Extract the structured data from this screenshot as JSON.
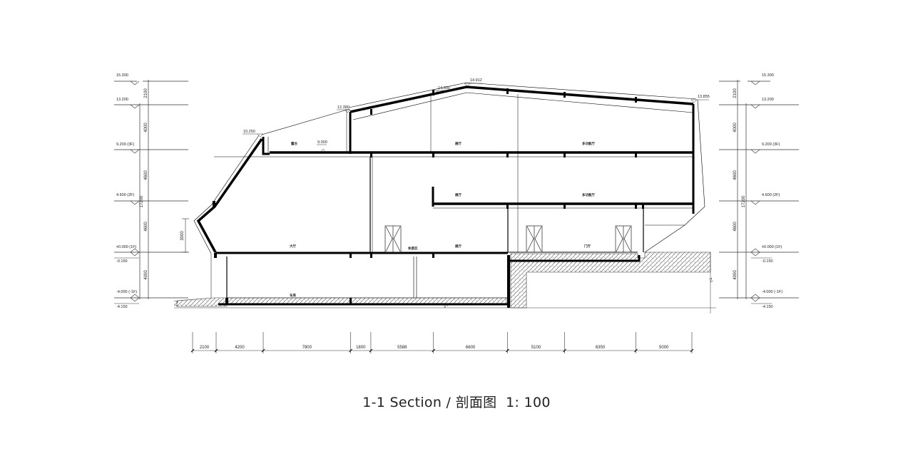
{
  "caption": {
    "title": "1-1 Section / 剖面图",
    "scale": "1: 100"
  },
  "levels_left": [
    {
      "label": "15.300",
      "secondary": ""
    },
    {
      "label": "13.200",
      "secondary": ""
    },
    {
      "label": "9.200 (3F)",
      "secondary": ""
    },
    {
      "label": "4.600 (2F)",
      "secondary": ""
    },
    {
      "label": "±0.000 (1F)",
      "secondary": "-0.150"
    },
    {
      "label": "-4.000 (-1F)",
      "secondary": "-4.150"
    }
  ],
  "levels_right": [
    {
      "label": "15.300",
      "secondary": ""
    },
    {
      "label": "13.200",
      "secondary": ""
    },
    {
      "label": "9.200 (3F)",
      "secondary": ""
    },
    {
      "label": "4.600 (2F)",
      "secondary": ""
    },
    {
      "label": "±0.000 (1F)",
      "secondary": "-0.150"
    },
    {
      "label": "-4.000 (-1F)",
      "secondary": "-4.150"
    }
  ],
  "vertical_dims": [
    "2100",
    "4000",
    "4600",
    "4600",
    "4000"
  ],
  "vertical_total": "17200",
  "local_dim": "3000",
  "horizontal_dims": [
    "2100",
    "4200",
    "7800",
    "1800",
    "5588",
    "6600",
    "5100",
    "6350",
    "5000"
  ],
  "roof_elevations": {
    "left_parapet": "10.250",
    "terrace": "9.000",
    "roof_step": "12.380",
    "roof_mid": "14.300",
    "ridge": "14.912",
    "right_eave": "13.855"
  },
  "room_labels": {
    "terrace": "露台",
    "f3_a": "展厅",
    "f3_b": "多功能厅",
    "f2_a": "展厅",
    "f2_b": "多功能厅",
    "f1_a": "大厅",
    "f1_b": "休息区",
    "f1_c": "展厅",
    "f1_d": "门厅",
    "b1": "车库"
  },
  "icons": {
    "level_marker": "triangle-down-icon",
    "door": "double-door-icon",
    "break": "break-line-icon"
  }
}
